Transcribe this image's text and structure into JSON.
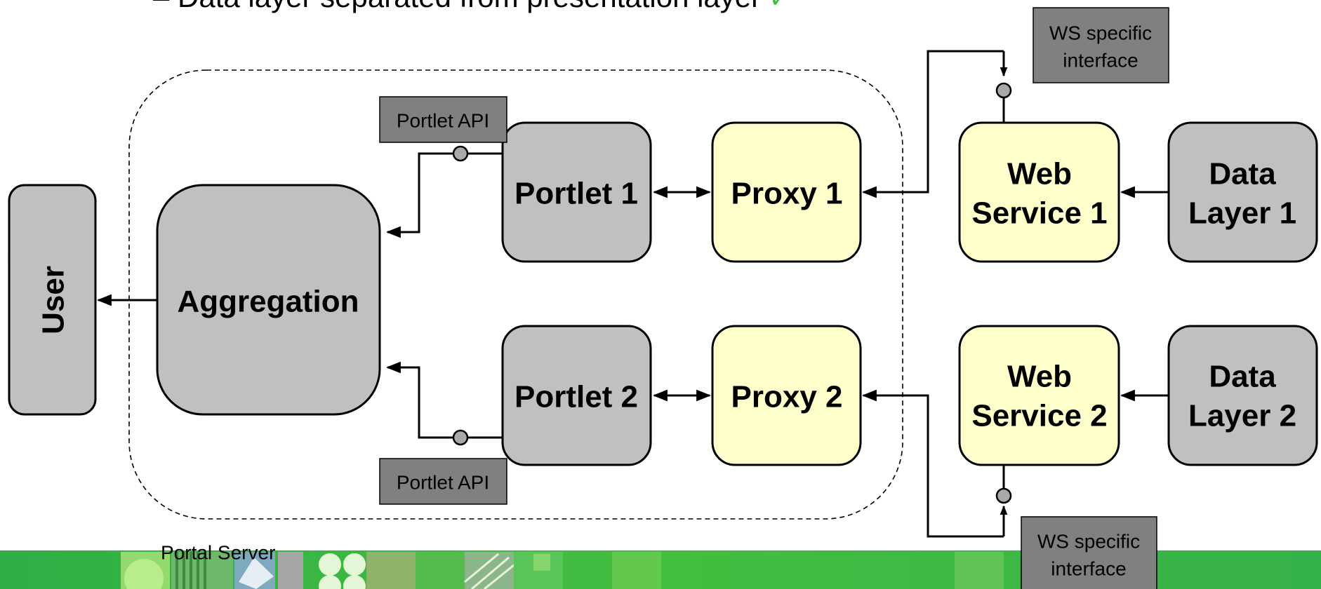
{
  "heading": {
    "text": "–  Data layer separated from presentation layer",
    "check": "✓"
  },
  "user": {
    "label": "User"
  },
  "aggregation": {
    "label": "Aggregation"
  },
  "portlets": [
    {
      "label": "Portlet 1"
    },
    {
      "label": "Portlet 2"
    }
  ],
  "proxies": [
    {
      "label": "Proxy 1"
    },
    {
      "label": "Proxy 2"
    }
  ],
  "web_services": [
    {
      "line1": "Web",
      "line2": "Service 1"
    },
    {
      "line1": "Web",
      "line2": "Service 2"
    }
  ],
  "data_layers": [
    {
      "line1": "Data",
      "line2": "Layer 1"
    },
    {
      "line1": "Data",
      "line2": "Layer 2"
    }
  ],
  "portlet_api_labels": [
    "Portlet API",
    "Portlet API"
  ],
  "ws_interface_labels": [
    {
      "line1": "WS specific",
      "line2": "interface"
    },
    {
      "line1": "WS specific",
      "line2": "interface"
    }
  ],
  "portal_server": {
    "label": "Portal Server"
  },
  "colors": {
    "gray_box": "#c0c0c0",
    "yellow_box": "#ffffcc",
    "label_box": "#808080",
    "footer_green": "#3db84a",
    "check_green": "#35c235"
  }
}
